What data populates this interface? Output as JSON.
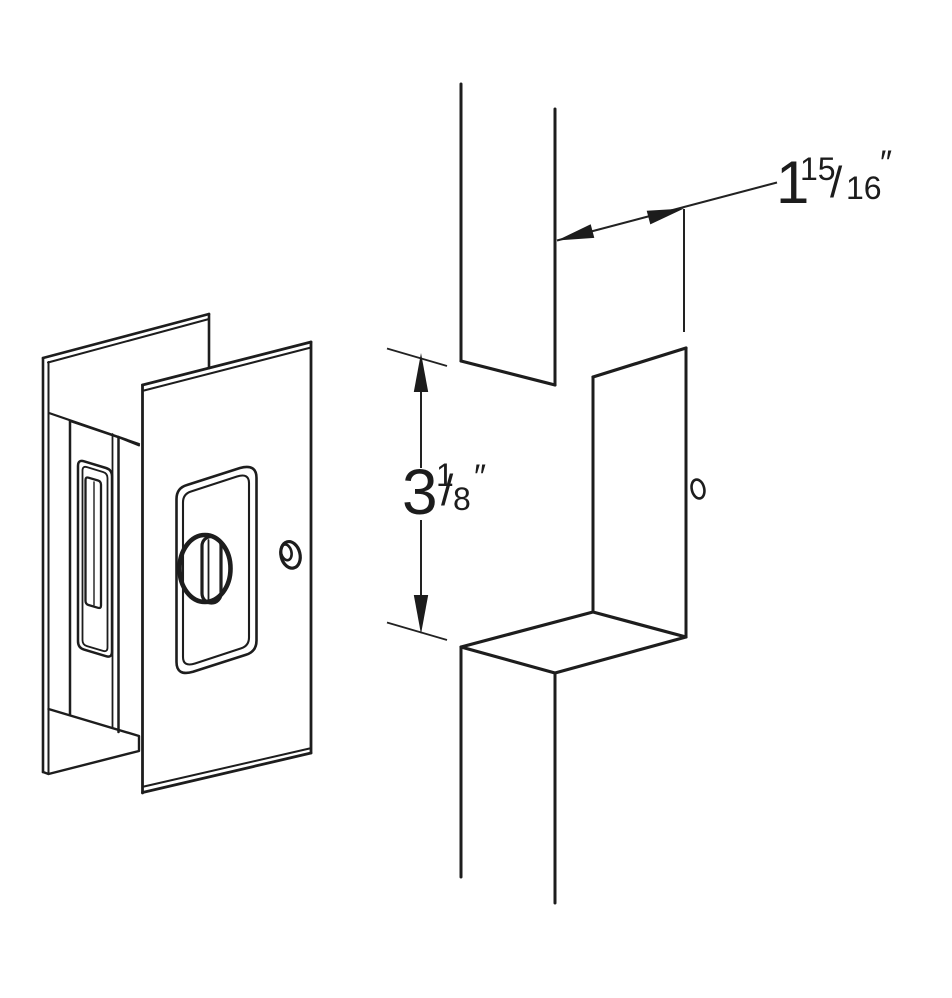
{
  "figure": {
    "type": "technical-line-drawing",
    "parts": {
      "left": "pocket-door-lock-isometric",
      "right": "door-edge-mortise-cutout"
    }
  },
  "dimensions": {
    "width": {
      "whole": "1",
      "numerator": "15",
      "slash": "/",
      "denominator": "16",
      "unit": "″",
      "label": "1 15/16\""
    },
    "height": {
      "whole": "3",
      "numerator": "1",
      "slash": "/",
      "denominator": "8",
      "unit": "″",
      "label": "3 1/8\""
    }
  },
  "colors": {
    "background": "#ffffff",
    "line": "#1d1d1d",
    "dimension_line": "#222222"
  }
}
